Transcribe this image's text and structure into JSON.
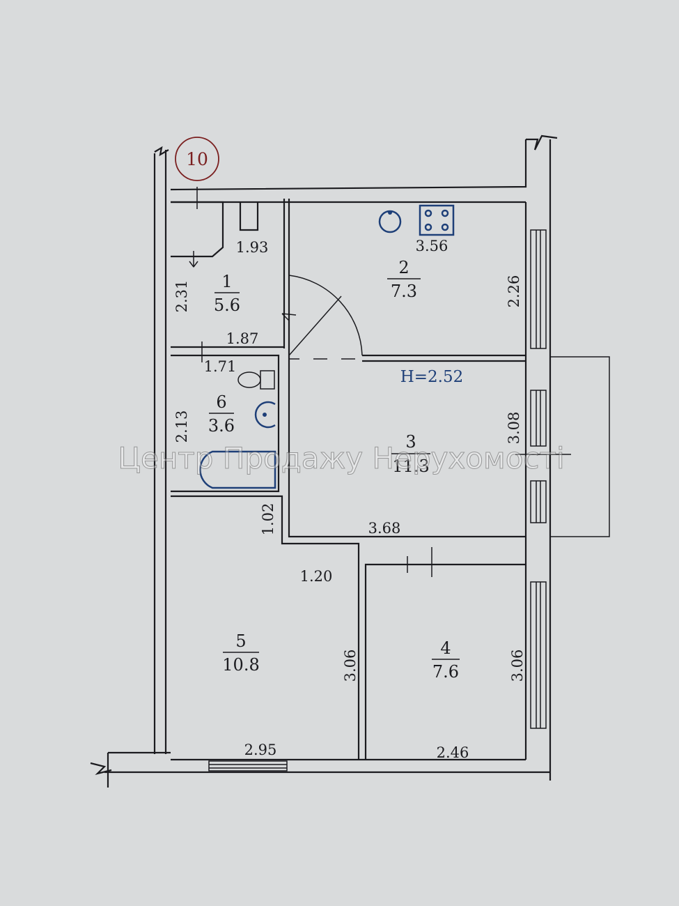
{
  "plan": {
    "apartment_marker": "10",
    "ceiling_height": "H=2.52",
    "watermark": "Центр Продажу Нерухомості",
    "rooms": [
      {
        "number": "1",
        "area": "5.6"
      },
      {
        "number": "2",
        "area": "7.3"
      },
      {
        "number": "3",
        "area": "11.3"
      },
      {
        "number": "4",
        "area": "7.6"
      },
      {
        "number": "5",
        "area": "10.8"
      },
      {
        "number": "6",
        "area": "3.6"
      }
    ],
    "dimensions": {
      "room1_width_top": "1.93",
      "room1_width_bottom": "1.87",
      "room1_height": "2.31",
      "room2_width": "3.56",
      "room2_height": "2.26",
      "room6_width": "1.71",
      "room6_height": "2.13",
      "room3_height": "3.08",
      "room3_width": "3.68",
      "corridor_height": "1.02",
      "corridor_width": "1.20",
      "room5_height": "3.06",
      "room5_width": "2.95",
      "room4_height": "3.06",
      "room4_width": "2.46"
    }
  }
}
